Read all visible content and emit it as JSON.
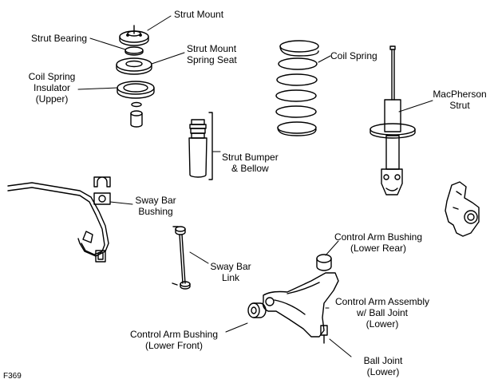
{
  "labels": {
    "strut_mount": "Strut Mount",
    "strut_bearing": "Strut Bearing",
    "strut_mount_spring_seat": [
      "Strut Mount",
      "Spring Seat"
    ],
    "coil_spring_insulator": [
      "Coil Spring",
      "Insulator",
      "(Upper)"
    ],
    "coil_spring": "Coil Spring",
    "macpherson_strut": [
      "MacPherson",
      "Strut"
    ],
    "strut_bumper": [
      "Strut Bumper",
      "& Bellow"
    ],
    "sway_bar_bushing": [
      "Sway Bar",
      "Bushing"
    ],
    "sway_bar_link": [
      "Sway Bar",
      "Link"
    ],
    "control_arm_bushing_rear": [
      "Control Arm Bushing",
      "(Lower Rear)"
    ],
    "control_arm_assembly": [
      "Control Arm Assembly",
      "w/ Ball Joint",
      "(Lower)"
    ],
    "control_arm_bushing_front": [
      "Control Arm Bushing",
      "(Lower Front)"
    ],
    "ball_joint": [
      "Ball Joint",
      "(Lower)"
    ]
  },
  "figure_id": "F369"
}
